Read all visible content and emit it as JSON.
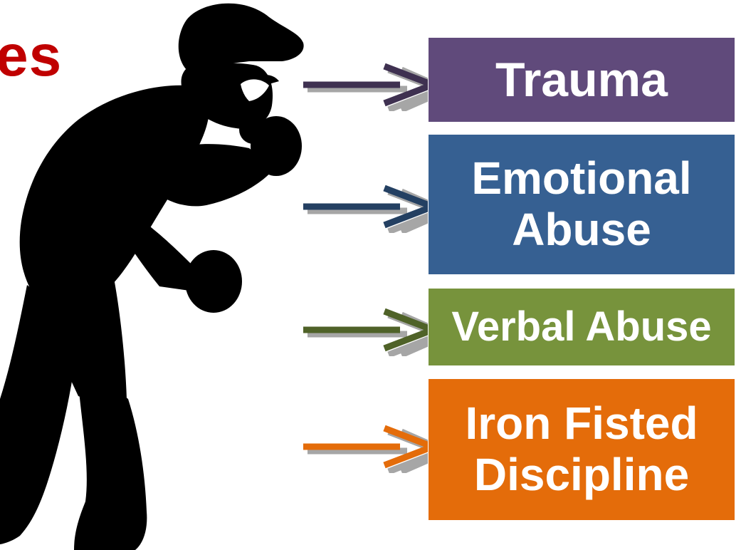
{
  "title_fragment": "es",
  "colors": {
    "title": "#c00000",
    "figure": "#000000",
    "trauma": "#604a7b",
    "emotional_abuse": "#366092",
    "verbal_abuse": "#77933c",
    "iron_fisted_discipline": "#e46c0a",
    "arrow_shadow": "#a6a6a6"
  },
  "figure_icon": "cowering-person-icon",
  "arrow_icon": "double-chevron-arrow-icon",
  "items": [
    {
      "label": "Trauma",
      "color": "#604a7b",
      "arrow_color": "#3f3151"
    },
    {
      "label": "Emotional Abuse",
      "line1": "Emotional",
      "line2": "Abuse",
      "color": "#366092",
      "arrow_color": "#244062"
    },
    {
      "label": "Verbal Abuse",
      "color": "#77933c",
      "arrow_color": "#4f6228"
    },
    {
      "label": "Iron Fisted Discipline",
      "line1": "Iron Fisted",
      "line2": "Discipline",
      "color": "#e46c0a",
      "arrow_color": "#e46c0a"
    }
  ]
}
